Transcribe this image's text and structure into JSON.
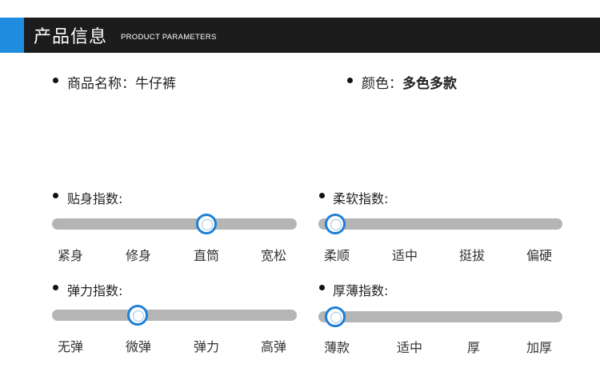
{
  "header": {
    "title": "产品信息",
    "subtitle": "PRODUCT PARAMETERS",
    "accent_color": "#1f8ce0",
    "bar_color": "#1c1c1c"
  },
  "product": {
    "name_label": "商品名称：",
    "name_value": "牛仔裤",
    "color_label": "颜色：",
    "color_value": "多色多款"
  },
  "indices": [
    {
      "label": "贴身指数:",
      "options": [
        "紧身",
        "修身",
        "直筒",
        "宽松"
      ],
      "level": 0.63
    },
    {
      "label": "柔软指数:",
      "options": [
        "柔顺",
        "适中",
        "挺拔",
        "偏硬"
      ],
      "level": 0.07
    },
    {
      "label": "弹力指数:",
      "options": [
        "无弹",
        "微弹",
        "弹力",
        "高弹"
      ],
      "level": 0.35
    },
    {
      "label": "厚薄指数:",
      "options": [
        "薄款",
        "适中",
        "厚",
        "加厚"
      ],
      "level": 0.07
    }
  ],
  "slider_colors": {
    "track": "#b5b5b5",
    "knob_border": "#1f7fd6"
  }
}
